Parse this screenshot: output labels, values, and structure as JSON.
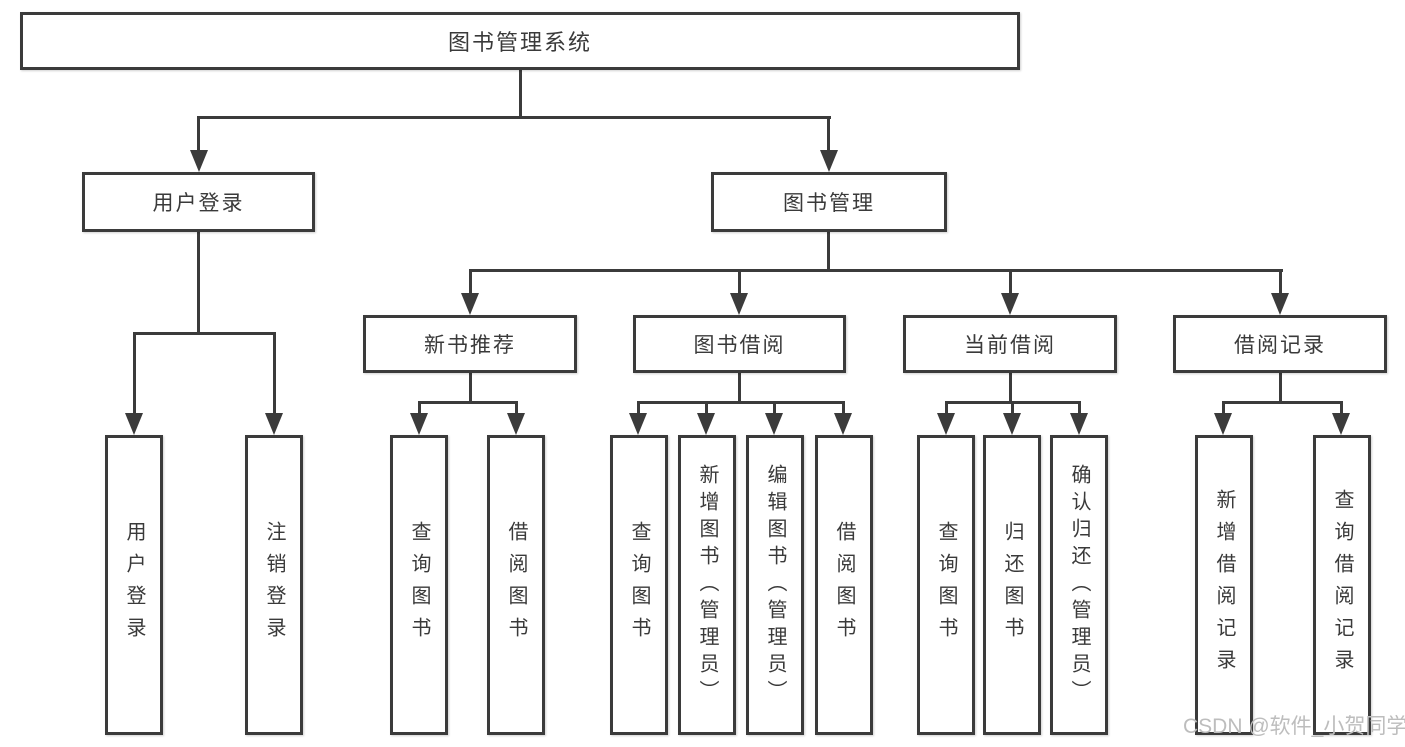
{
  "diagram": {
    "root": "图书管理系统",
    "level2": {
      "user_login": "用户登录",
      "book_mgmt": "图书管理"
    },
    "level3": {
      "new_books": "新书推荐",
      "book_borrow": "图书借阅",
      "current_borrow": "当前借阅",
      "borrow_records": "借阅记录"
    },
    "leaves": {
      "user_login": "用户登录",
      "logout": "注销登录",
      "query_books_1": "查询图书",
      "borrow_books_1": "借阅图书",
      "query_books_2": "查询图书",
      "add_books": "新增图书（管理员）",
      "edit_books": "编辑图书（管理员）",
      "borrow_books_2": "借阅图书",
      "query_books_3": "查询图书",
      "return_books": "归还图书",
      "confirm_return": "确认归还（管理员）",
      "add_borrow_record": "新增借阅记录",
      "query_borrow_record": "查询借阅记录"
    },
    "watermark": "CSDN @软件_小贺同学",
    "colors": {
      "line": "#3b3b3b",
      "text": "#3a3a3a",
      "watermark": "#bdbdbd",
      "background": "#ffffff"
    }
  }
}
